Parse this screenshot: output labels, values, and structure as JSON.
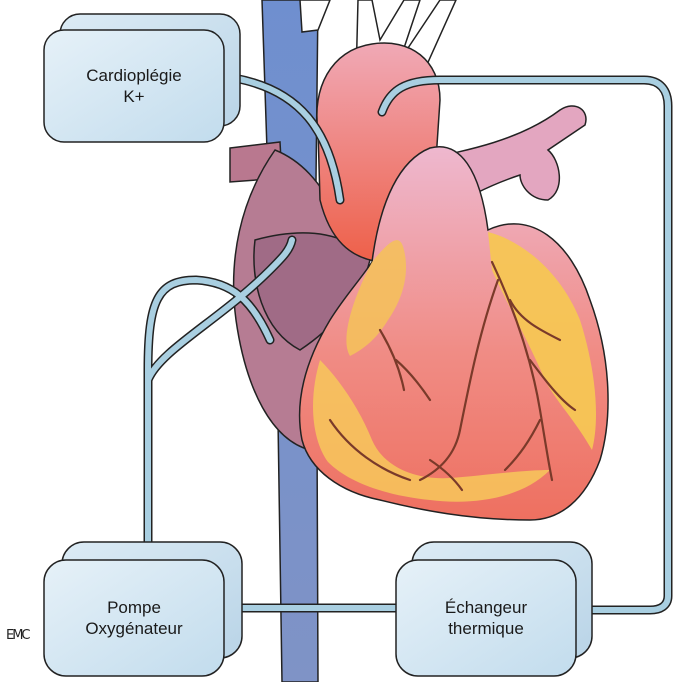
{
  "boxes": {
    "cardioplegie": {
      "label": "Cardioplégie\nK+"
    },
    "pompe": {
      "label": "Pompe\nOxygénateur"
    },
    "echangeur": {
      "label": "Échangeur\nthermique"
    }
  },
  "watermark": "EMC",
  "colors": {
    "box_fill": "#cfe4f0",
    "box_edge": "#222222",
    "tube": "#9ec7dc",
    "vein": "#6c86c6",
    "heart_purple": "#b0788f",
    "heart_red": "#ef6a57",
    "heart_pink": "#e9a3b8",
    "fat_yellow": "#f6c453"
  }
}
